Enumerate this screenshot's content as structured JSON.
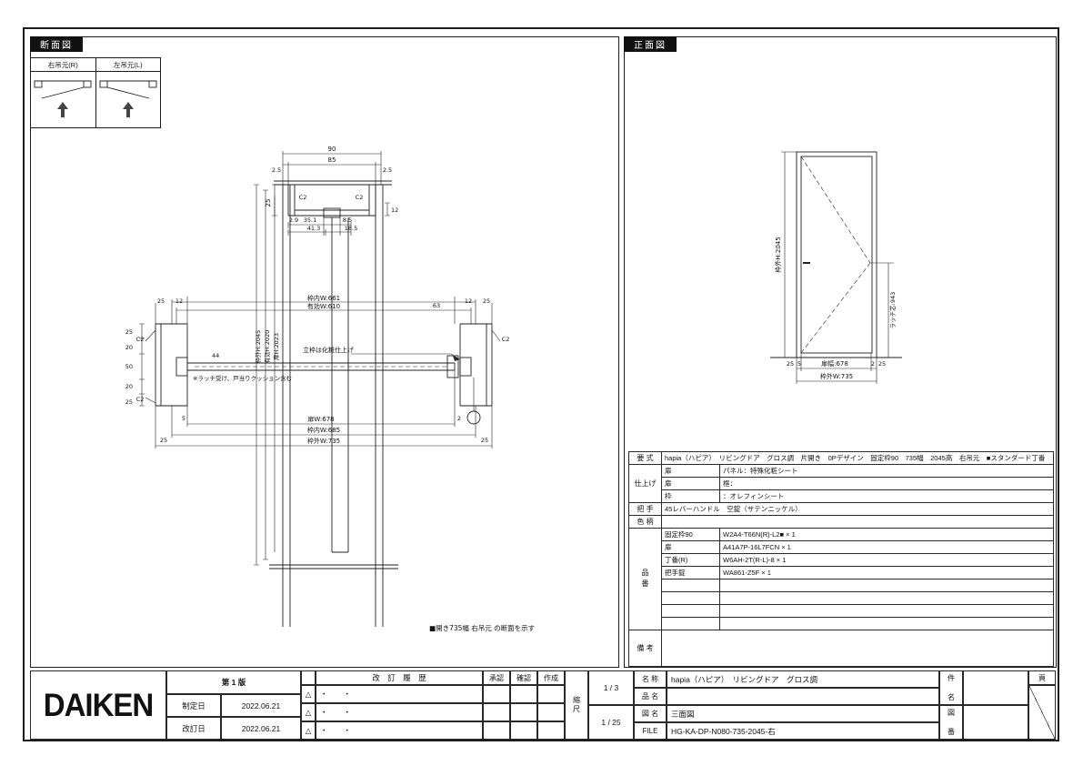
{
  "section_view": {
    "panel_label": "断面図",
    "hinge_right_label": "右吊元(R)",
    "hinge_left_label": "左吊元(L)",
    "dims": {
      "d90": "90",
      "side_2_5": "2.5",
      "mid_85": "85",
      "head_25": "25",
      "head_12": "12",
      "chamfer": "C2",
      "d2_9": "2.9",
      "d35_1": "35.1",
      "d41_3": "41.3",
      "d8_5": "8.5",
      "d18_5": "18.5",
      "h_outer": "枠外H:2045",
      "h_eff": "有効H:2020",
      "h_door": "扉H:2023",
      "w_inner_661": "枠内W:661",
      "w_eff_610": "有効W:610",
      "d63": "63",
      "d25": "25",
      "d12": "12",
      "d20": "20",
      "d50": "50",
      "d44": "44",
      "d5": "5",
      "d2": "2",
      "w_door_678": "扉W:678",
      "w_inner_685": "枠内W:685",
      "w_outer_735": "枠外W:735"
    },
    "note_frame": "立枠は化粧仕上げ",
    "note_latch": "※ラッチ受け、戸当りクッション含む",
    "footnote": "■開き735幅 右吊元 の断面を示す"
  },
  "front_view": {
    "panel_label": "正面図",
    "dim_height": "枠外H:2045",
    "dim_latch": "ラッチ芯:943",
    "dim_door_w": "扉幅:678",
    "dim_frame_w": "枠外W:735",
    "d25": "25",
    "d5": "5",
    "d2": "2"
  },
  "spec": {
    "labels": {
      "spec_type": "要 式",
      "finish": "仕上げ",
      "handle": "把 手",
      "color": "色 柄",
      "part_no": "品番",
      "remarks": "備 考"
    },
    "spec_type_value": "hapia（ハピア）　リビングドア　グロス調　片開き　0Pデザイン　固定枠90　735幅　2045高　右吊元　■スタンダード丁番",
    "finish_rows": [
      {
        "part": "扉",
        "value": "パネル：特殊化粧シート"
      },
      {
        "part": "扉",
        "value": "框："
      },
      {
        "part": "枠",
        "value": "：オレフィンシート"
      }
    ],
    "handle_value": "45レバーハンドル　空錠（サテンニッケル）",
    "color_value": "",
    "parts": [
      {
        "name": "固定枠90",
        "code": "W2A4-T66N(R)-L2■ × 1"
      },
      {
        "name": "扉",
        "code": "A41A7P-16L7FCN × 1"
      },
      {
        "name": "丁番(R)",
        "code": "W6AH-2T(R-L)-8 × 1"
      },
      {
        "name": "把手錠",
        "code": "WA861-Z5F × 1"
      }
    ],
    "remarks_value": ""
  },
  "title_block": {
    "logo": "DAIKEN",
    "edition": "第 1 版",
    "enacted_label": "制定日",
    "enacted_date": "2022.06.21",
    "revised_label": "改訂日",
    "revised_date": "2022.06.21",
    "rev_header": "改　訂　履　歴",
    "rev_mark": "△",
    "rev_entry": "・　　・",
    "approve": "承認",
    "check": "確認",
    "create": "作成",
    "scale_label": "縮尺",
    "scale_1": "1 / 3",
    "scale_2": "1 / 25",
    "name_label": "名 称",
    "name_value": "hapia（ハピア）　リビングドア　グロス調",
    "product_label": "品 名",
    "product_value": "",
    "drawing_label": "図 名",
    "drawing_value": "三面図",
    "file_label": "FILE",
    "file_value": "HG-KA-DP-N080-735-2045-右",
    "subject_label": "件 名",
    "number_label": "図 番",
    "page_label": "頁"
  }
}
